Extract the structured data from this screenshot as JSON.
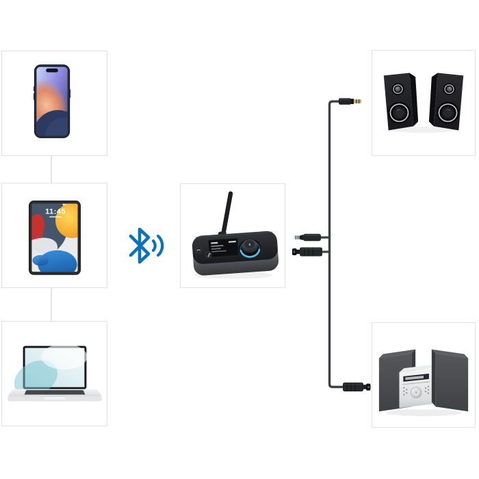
{
  "diagram": {
    "kind": "bluetooth-audio-connectivity-diagram",
    "colors": {
      "background": "#ffffff",
      "box_border": "#e0e0e0",
      "link_line": "#e4e4e4",
      "cable": "#3e4043",
      "bluetooth_blue": "#0a72b9",
      "knob_led_ring": "#55c0ee",
      "aux_plug_tip_gold": "#c9ae68",
      "aux_plug_tip_silver": "#c6c8cc"
    },
    "source_devices": [
      {
        "name": "smartphone"
      },
      {
        "name": "tablet",
        "lock_screen_time": "11:45"
      },
      {
        "name": "laptop"
      }
    ],
    "wireless_link": {
      "icon": "bluetooth-signal-waves-icon"
    },
    "hub_device": {
      "name": "bluetooth-transmitter-receiver",
      "features": [
        "antenna",
        "display",
        "volume-knob",
        "led-ring"
      ]
    },
    "output_devices": [
      {
        "name": "bookshelf-speakers",
        "connector": "3.5mm aux jack"
      },
      {
        "name": "mini-stereo-system",
        "connector": "optical toslink plug"
      }
    ]
  }
}
